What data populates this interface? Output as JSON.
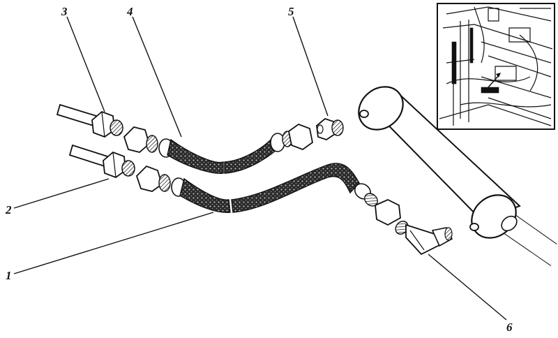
{
  "callouts": {
    "c1": "1",
    "c2": "2",
    "c3": "3",
    "c4": "4",
    "c5": "5",
    "c6": "6"
  },
  "colors": {
    "ink": "#111111",
    "hose_fill": "#3a3a3a",
    "background": "#ffffff"
  },
  "icons": {
    "inset": "machine-installation-detail-view"
  }
}
